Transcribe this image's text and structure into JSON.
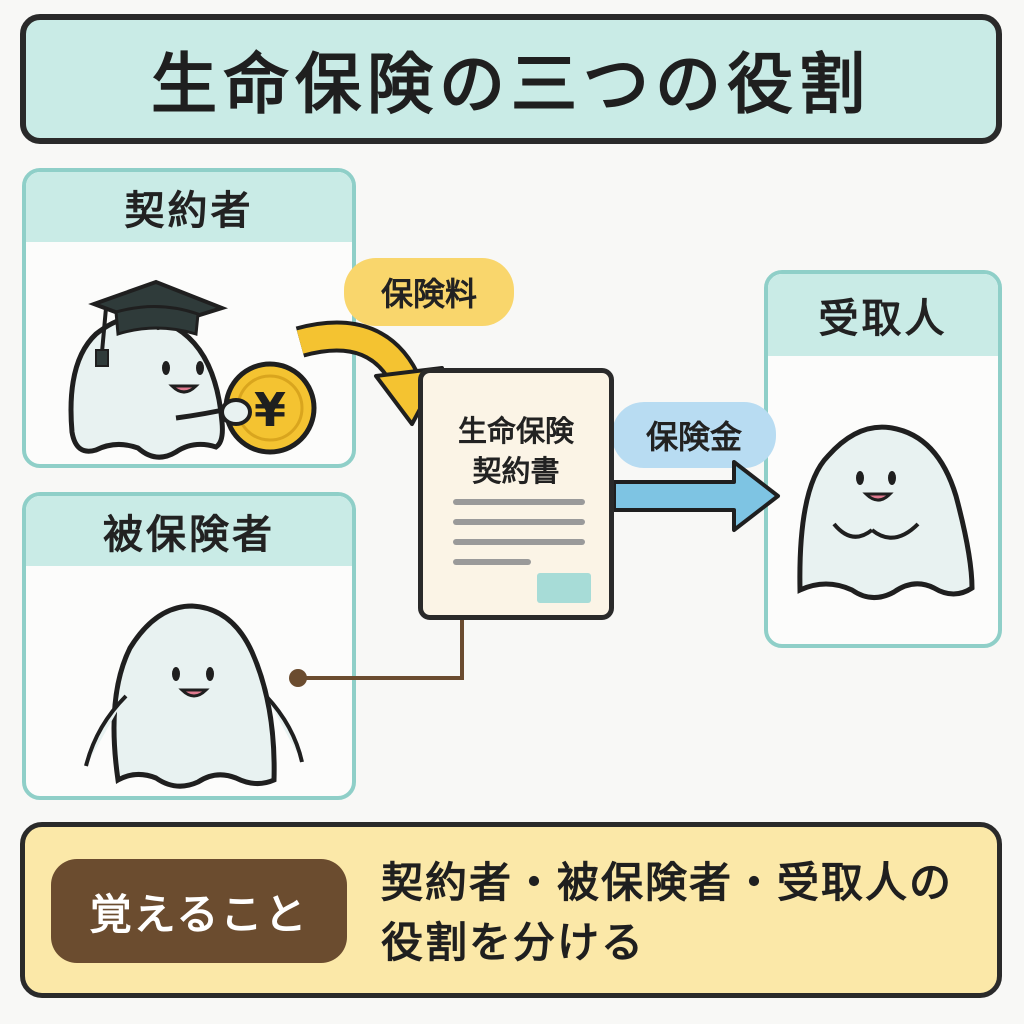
{
  "title": "生命保険の三つの役割",
  "roles": {
    "policyholder": "契約者",
    "insured": "被保険者",
    "beneficiary": "受取人"
  },
  "flows": {
    "premium": "保険料",
    "benefit": "保険金"
  },
  "document": {
    "title_line1": "生命保険",
    "title_line2": "契約書"
  },
  "coin_symbol": "¥",
  "memo": {
    "badge": "覚えること",
    "line1": "契約者・被保険者・受取人の",
    "line2": "役割を分ける"
  },
  "colors": {
    "title_bg": "#c9ebe6",
    "card_border": "#8fcfc8",
    "premium": "#f9d66c",
    "benefit": "#b8dcf2",
    "memo_bg": "#fbe8a8",
    "badge": "#6b4c2f"
  }
}
